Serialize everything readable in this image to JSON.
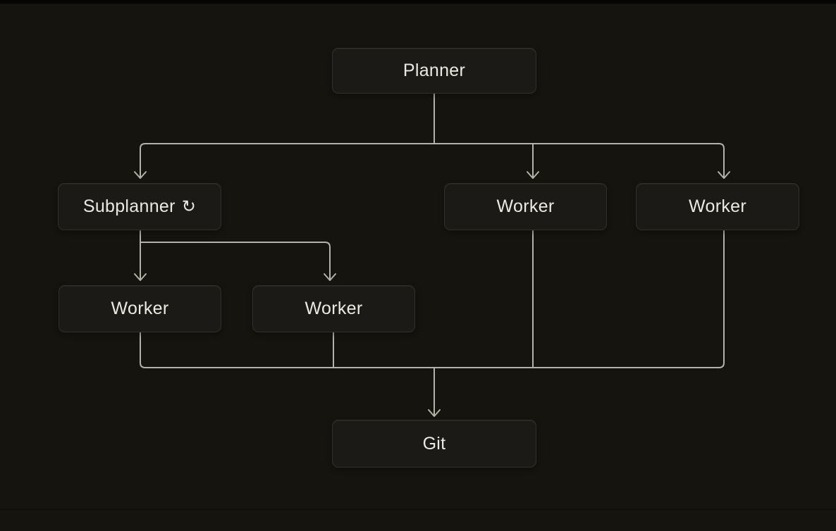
{
  "diagram": {
    "nodes": [
      {
        "id": "planner",
        "label": "Planner"
      },
      {
        "id": "subplanner",
        "label": "Subplanner",
        "icon": "↻",
        "icon_name": "refresh-icon"
      },
      {
        "id": "worker-a",
        "label": "Worker"
      },
      {
        "id": "worker-b",
        "label": "Worker"
      },
      {
        "id": "worker-c",
        "label": "Worker"
      },
      {
        "id": "worker-d",
        "label": "Worker"
      },
      {
        "id": "git",
        "label": "Git"
      }
    ],
    "edges": [
      {
        "from": "planner",
        "to": "subplanner"
      },
      {
        "from": "planner",
        "to": "worker-a"
      },
      {
        "from": "planner",
        "to": "worker-b"
      },
      {
        "from": "subplanner",
        "to": "worker-c"
      },
      {
        "from": "subplanner",
        "to": "worker-d"
      },
      {
        "from": "worker-c",
        "to": "git"
      },
      {
        "from": "worker-d",
        "to": "git"
      },
      {
        "from": "worker-a",
        "to": "git"
      },
      {
        "from": "worker-b",
        "to": "git"
      }
    ],
    "colors": {
      "background": "#16140f",
      "node_fill": "#1c1a16",
      "node_border": "#33302a",
      "text": "#ece9e3",
      "connector": "#b5b2a9"
    }
  }
}
